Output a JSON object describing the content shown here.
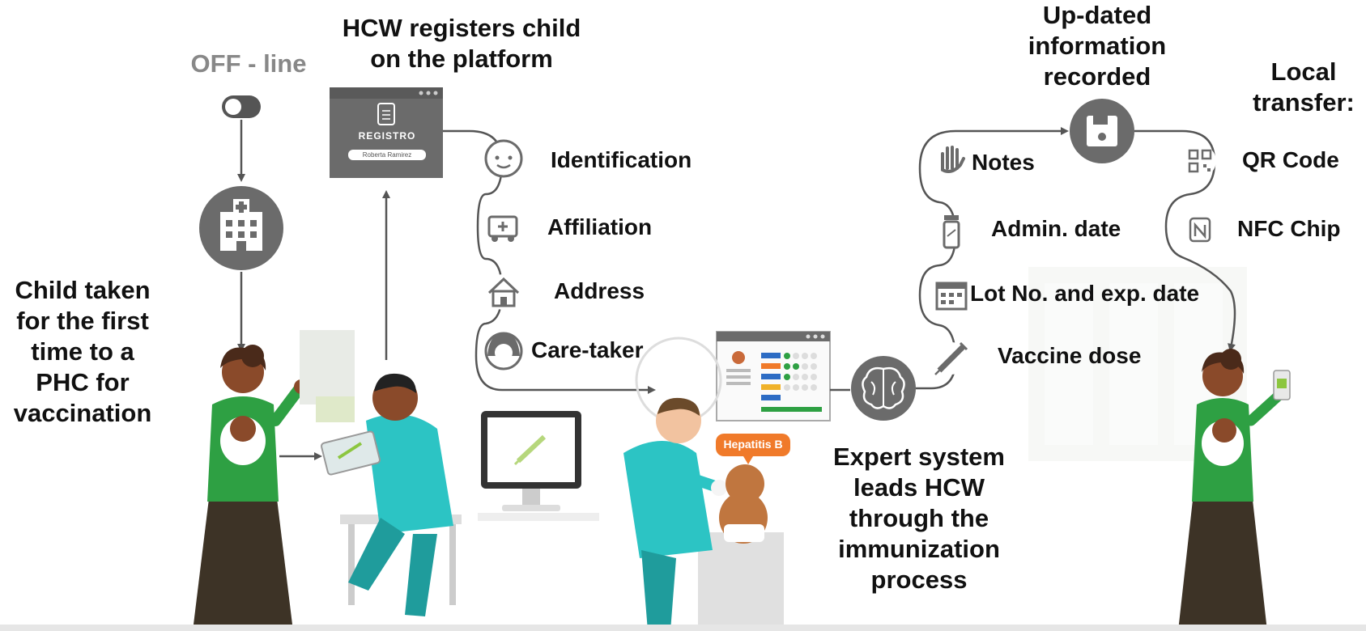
{
  "labels": {
    "offline": "OFF - line",
    "hcw_registers": "HCW registers child\non the platform",
    "child_taken": "Child taken\nfor the first\ntime to a\nPHC for\nvaccination",
    "identification": "Identification",
    "affiliation": "Affiliation",
    "address": "Address",
    "caretaker": "Care-taker",
    "updated_info": "Up-dated\ninformation\nrecorded",
    "local_transfer": "Local\ntransfer:",
    "notes": "Notes",
    "admin_date": "Admin. date",
    "lot_no": "Lot No. and exp. date",
    "vaccine_dose": "Vaccine dose",
    "qr_code": "QR Code",
    "nfc_chip": "NFC Chip",
    "expert_system": "Expert system\nleads HCW\nthrough the\nimmunization\nprocess"
  },
  "registro_card": {
    "title": "REGISTRO",
    "name": "Roberta Ramirez"
  },
  "hepatitis_badge": "Hepatitis B",
  "colors": {
    "icon_grey": "#6b6b6b",
    "path_grey": "#555555",
    "green_top": "#2ea043",
    "teal_scrubs": "#2cc4c4",
    "skin_dark": "#8a4a2a",
    "skirt": "#3d3326",
    "orange_badge": "#f07a2a"
  }
}
